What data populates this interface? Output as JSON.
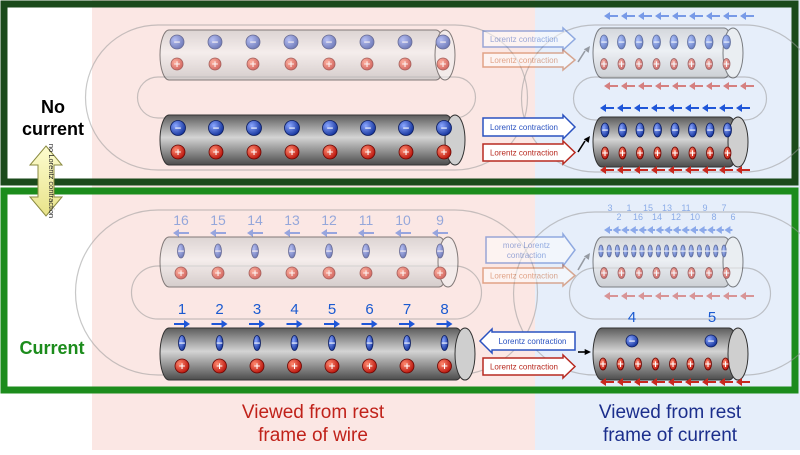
{
  "labels": {
    "no_current": "No current",
    "current": "Current",
    "no_lorentz_contraction": "no Lorentz contraction",
    "lorentz_contraction": "Lorentz contraction",
    "more_lorentz_contraction": "more Lorentz contraction"
  },
  "captions": {
    "wire_frame": "Viewed from rest frame of wire",
    "current_frame": "Viewed from rest frame of current"
  },
  "charges": {
    "negative": "−",
    "positive": "+"
  },
  "numbering": {
    "front_wire_frame": [
      "1",
      "2",
      "3",
      "4",
      "5",
      "6",
      "7",
      "8"
    ],
    "back_wire_frame": [
      "16",
      "15",
      "14",
      "13",
      "12",
      "11",
      "10",
      "9"
    ],
    "front_current_frame": [
      "4",
      "5"
    ],
    "back_current_frame_top": [
      "3",
      "1",
      "15",
      "13",
      "11",
      "9",
      "7"
    ],
    "back_current_frame_bottom": [
      "2",
      "16",
      "14",
      "12",
      "10",
      "8",
      "6"
    ]
  },
  "colors": {
    "panel_border_top": "#1b4a1b",
    "panel_border_bottom": "#1c8c1c",
    "wire_frame_bg": "#fbe7e4",
    "current_frame_bg": "#e6eefa",
    "electron": "#1c3fb8",
    "proton": "#d21a10",
    "electron_arrow": "#1f56d8",
    "proton_arrow": "#c8281e",
    "number_text": "#1a5ad0",
    "caption_wire": "#c0221a",
    "caption_current": "#1b2e8c",
    "current_label": "#1c8c1c"
  }
}
